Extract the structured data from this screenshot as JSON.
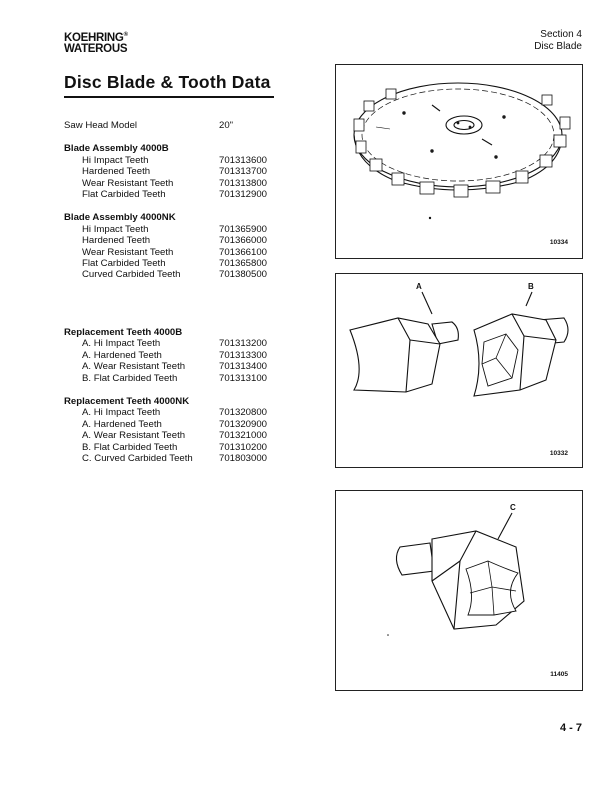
{
  "header": {
    "logo_line1": "KOEHRING",
    "logo_reg": "®",
    "logo_line2": "WATEROUS",
    "section": "Section 4",
    "subsection": "Disc Blade"
  },
  "title": "Disc Blade & Tooth Data",
  "saw_head": {
    "label": "Saw Head Model",
    "value": "20\""
  },
  "blade_4000b": {
    "heading": "Blade Assembly 4000B",
    "items": [
      {
        "label": "Hi Impact Teeth",
        "value": "701313600"
      },
      {
        "label": "Hardened Teeth",
        "value": "701313700"
      },
      {
        "label": "Wear Resistant Teeth",
        "value": "701313800"
      },
      {
        "label": "Flat Carbided Teeth",
        "value": "701312900"
      }
    ]
  },
  "blade_4000nk": {
    "heading": "Blade Assembly 4000NK",
    "items": [
      {
        "label": "Hi Impact Teeth",
        "value": "701365900"
      },
      {
        "label": "Hardened Teeth",
        "value": "701366000"
      },
      {
        "label": "Wear Resistant Teeth",
        "value": "701366100"
      },
      {
        "label": "Flat Carbided Teeth",
        "value": "701365800"
      },
      {
        "label": "Curved Carbided Teeth",
        "value": "701380500"
      }
    ]
  },
  "repl_4000b": {
    "heading": "Replacement Teeth 4000B",
    "items": [
      {
        "label": "A. Hi Impact Teeth",
        "value": "701313200"
      },
      {
        "label": "A. Hardened Teeth",
        "value": "701313300"
      },
      {
        "label": "A. Wear Resistant Teeth",
        "value": "701313400"
      },
      {
        "label": "B. Flat Carbided Teeth",
        "value": "701313100"
      }
    ]
  },
  "repl_4000nk": {
    "heading": "Replacement Teeth 4000NK",
    "items": [
      {
        "label": "A. Hi Impact Teeth",
        "value": "701320800"
      },
      {
        "label": "A. Hardened Teeth",
        "value": "701320900"
      },
      {
        "label": "A. Wear Resistant Teeth",
        "value": "701321000"
      },
      {
        "label": "B. Flat Carbided Teeth",
        "value": "701310200"
      },
      {
        "label": "C. Curved Carbided Teeth",
        "value": "701803000"
      }
    ]
  },
  "figures": {
    "disc": {
      "id": "10334"
    },
    "teeth_ab": {
      "id": "10332",
      "label_a": "A",
      "label_b": "B"
    },
    "tooth_c": {
      "id": "11405",
      "label_c": "C"
    }
  },
  "page_number": "4 - 7"
}
